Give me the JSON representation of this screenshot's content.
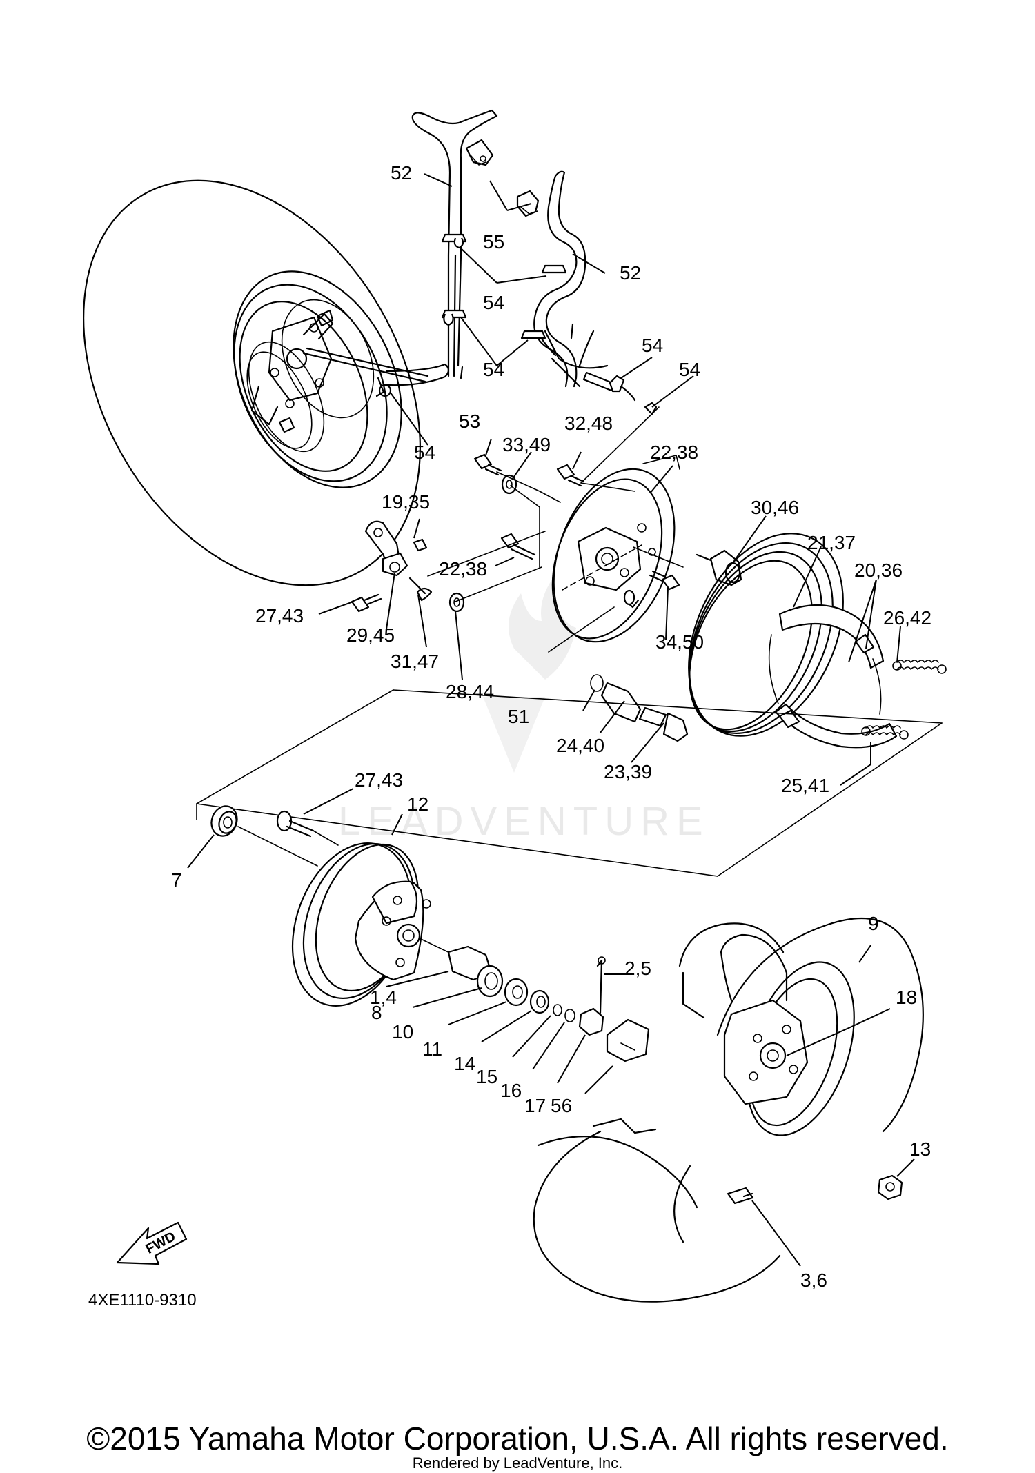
{
  "diagram": {
    "part_labels": [
      "52",
      "52",
      "55",
      "54",
      "54",
      "54",
      "54",
      "54",
      "53",
      "33,49",
      "32,48",
      "22,38",
      "19,35",
      "30,46",
      "21,37",
      "20,36",
      "26,42",
      "22,38",
      "27,43",
      "29,45",
      "31,47",
      "28,44",
      "34,50",
      "51",
      "24,40",
      "23,39",
      "25,41",
      "27,43",
      "12",
      "7",
      "9",
      "2,5",
      "18",
      "1,4",
      "8",
      "10",
      "11",
      "14",
      "15",
      "16",
      "17",
      "56",
      "13",
      "3,6"
    ],
    "drawing_code": "4XE1110-9310",
    "fwd_label": "FWD",
    "watermark_text": "LEADVENTURE"
  },
  "footer": {
    "copyright": "©2015 Yamaha Motor Corporation, U.S.A. All rights reserved.",
    "rendered_by": "Rendered by LeadVenture, Inc."
  }
}
